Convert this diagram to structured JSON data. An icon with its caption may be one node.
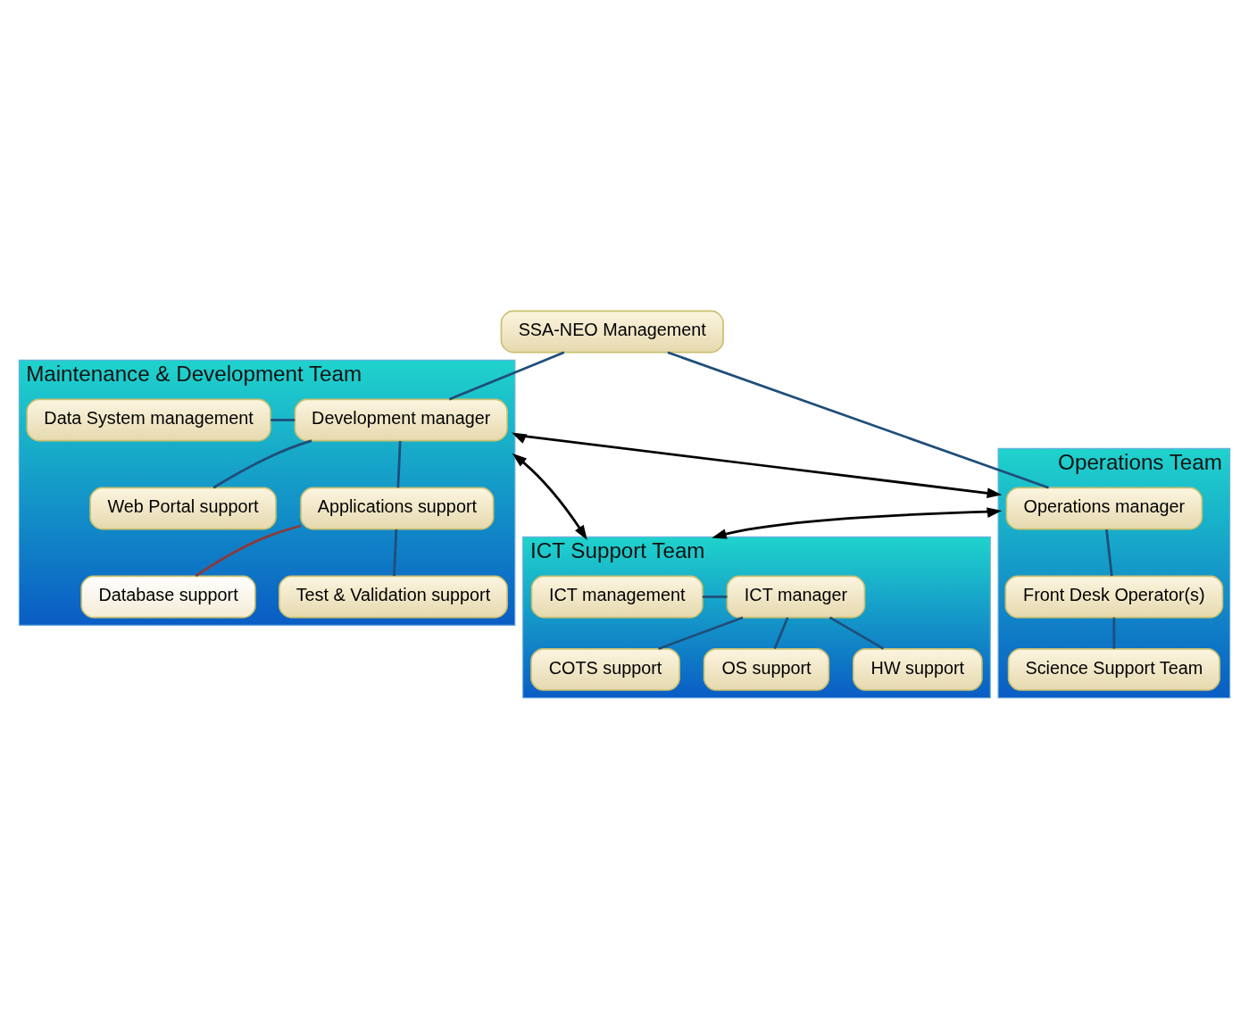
{
  "diagram": {
    "nodes": [
      {
        "text": [
          "Maintenance & Development Team"
        ]
      },
      {
        "text": [
          "SSA-NEO Management"
        ]
      },
      {
        "text": [
          "Operations Team"
        ]
      },
      {
        "text": [
          "Data System management"
        ],
        "in": 0
      },
      {
        "text": [
          "Development manager"
        ],
        "in": 0
      },
      {
        "text": [
          "Operations manager"
        ],
        "in": 2
      },
      {
        "text": [
          "Web Portal support"
        ],
        "in": 0
      },
      {
        "text": [
          "Applications support"
        ],
        "in": 0
      },
      {
        "text": [
          "Front Desk Operator(s)"
        ],
        "in": 2
      },
      {
        "text": [
          "Database support"
        ],
        "in": 0
      },
      {
        "text": [
          "Test & Validation support"
        ],
        "in": 0
      },
      {
        "text": [
          "Science Support Team"
        ],
        "in": 2
      },
      {
        "text": [
          "ICT Support Team"
        ]
      },
      {
        "text": [
          "ICT management"
        ],
        "in": 12
      },
      {
        "text": [
          "ICT manager"
        ],
        "in": 12
      },
      {
        "text": [
          "COTS support"
        ],
        "in": 12
      },
      {
        "text": [
          "OS support"
        ],
        "in": 12
      },
      {
        "text": [
          "HW support"
        ],
        "in": 12
      }
    ],
    "edges": [
      {
        "from": 1,
        "to": 4,
        "arrow": "none"
      },
      {
        "from": 1,
        "to": 5,
        "arrow": "none"
      },
      {
        "from": 3,
        "to": 4,
        "arrow": "none"
      },
      {
        "from": 4,
        "to": 6,
        "arrow": "none"
      },
      {
        "from": 4,
        "to": 7,
        "arrow": "none"
      },
      {
        "from": 7,
        "to": 9,
        "arrow": "none",
        "color": "#8b3a3a"
      },
      {
        "from": 7,
        "to": 10,
        "arrow": "none"
      },
      {
        "from": 5,
        "to": 8,
        "arrow": "none"
      },
      {
        "from": 8,
        "to": 11,
        "arrow": "none"
      },
      {
        "from": 0,
        "to": 2,
        "arrow": "both",
        "color": "#000000"
      },
      {
        "from": 0,
        "to": 12,
        "arrow": "both",
        "color": "#000000"
      },
      {
        "from": 2,
        "to": 12,
        "arrow": "both",
        "color": "#000000"
      },
      {
        "from": 13,
        "to": 14,
        "arrow": "none"
      },
      {
        "from": 14,
        "to": 15,
        "arrow": "none"
      },
      {
        "from": 14,
        "to": 16,
        "arrow": "none"
      },
      {
        "from": 14,
        "to": 17,
        "arrow": "none"
      }
    ]
  }
}
